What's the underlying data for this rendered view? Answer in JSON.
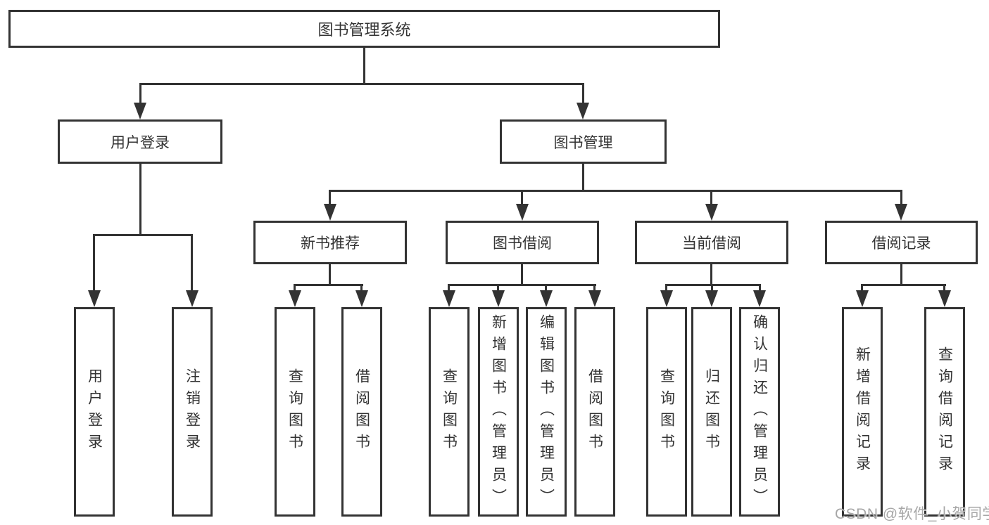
{
  "diagram": {
    "root": {
      "label": "图书管理系统"
    },
    "branches": [
      {
        "label": "用户登录",
        "children": [
          {
            "label": "用户登录"
          },
          {
            "label": "注销登录"
          }
        ]
      },
      {
        "label": "图书管理",
        "sections": [
          {
            "label": "新书推荐",
            "children": [
              {
                "label": "查询图书"
              },
              {
                "label": "借阅图书"
              }
            ]
          },
          {
            "label": "图书借阅",
            "children": [
              {
                "label": "查询图书"
              },
              {
                "label": "新增图书（管理员）"
              },
              {
                "label": "编辑图书（管理员）"
              },
              {
                "label": "借阅图书"
              }
            ]
          },
          {
            "label": "当前借阅",
            "children": [
              {
                "label": "查询图书"
              },
              {
                "label": "归还图书"
              },
              {
                "label": "确认归还（管理员）"
              }
            ]
          },
          {
            "label": "借阅记录",
            "children": [
              {
                "label": "新增借阅记录"
              },
              {
                "label": "查询借阅记录"
              }
            ]
          }
        ]
      }
    ],
    "colors": {
      "line": "#333333",
      "text": "#333333",
      "background": "#ffffff",
      "watermark": "#a6a6a6"
    }
  },
  "watermark": {
    "text": "CSDN @软件_小贺同学"
  }
}
